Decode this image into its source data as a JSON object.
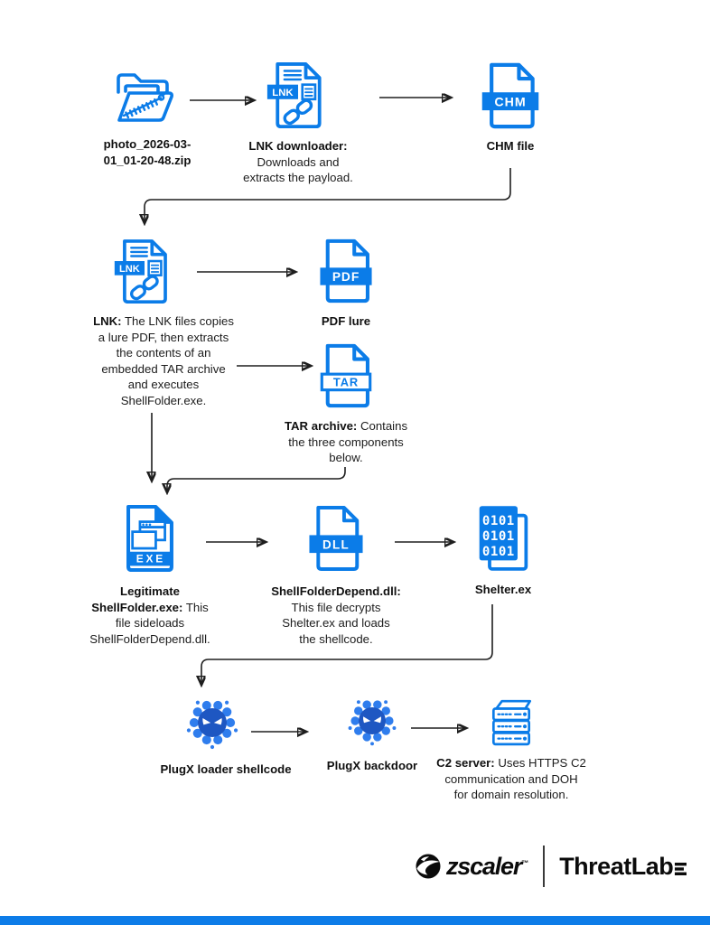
{
  "page": {
    "accent_blue": "#0b7ce8",
    "virus_body": "#2f7ded",
    "virus_core": "#1e57c2",
    "arrow_color": "#1e1e1e",
    "bottom_bar_color": "#0d7ce8"
  },
  "nodes": {
    "zip": {
      "bold": "photo_2026-03-\n01_01-20-48.zip",
      "rest": ""
    },
    "lnk_downloader": {
      "badge": "LNK",
      "bold": "LNK downloader:",
      "rest": "\nDownloads and\nextracts the payload."
    },
    "chm": {
      "badge": "CHM",
      "bold": "CHM file",
      "rest": ""
    },
    "lnk": {
      "badge": "LNK",
      "bold": "LNK:",
      "rest": " The LNK files copies\na lure PDF, then extracts\nthe contents of an\nembedded TAR archive\nand executes\nShellFolder.exe."
    },
    "pdf": {
      "badge": "PDF",
      "bold": "PDF lure",
      "rest": ""
    },
    "tar": {
      "badge": "TAR",
      "bold": "TAR archive:",
      "rest": " Contains\nthe three components\nbelow."
    },
    "exe": {
      "badge": "EXE",
      "bold": "Legitimate\nShellFolder.exe:",
      "rest": " This\nfile sideloads\nShellFolderDepend.dll."
    },
    "dll": {
      "badge": "DLL",
      "bold": "ShellFolderDepend.dll:",
      "rest": "\nThis file decrypts\nShelter.ex and loads\nthe shellcode."
    },
    "shelter": {
      "badge": "0101",
      "bold": "Shelter.ex",
      "rest": ""
    },
    "plugx_loader": {
      "bold": "PlugX loader shellcode",
      "rest": ""
    },
    "plugx_backdoor": {
      "bold": "PlugX backdoor",
      "rest": ""
    },
    "c2": {
      "bold": "C2 server:",
      "rest": " Uses HTTPS C2\ncommunication and DOH\nfor domain resolution."
    }
  },
  "edges": [
    {
      "from": "zip",
      "to": "lnk_downloader"
    },
    {
      "from": "lnk_downloader",
      "to": "chm"
    },
    {
      "from": "chm",
      "to": "lnk"
    },
    {
      "from": "lnk",
      "to": "pdf"
    },
    {
      "from": "lnk",
      "to": "tar"
    },
    {
      "from": "lnk",
      "to": "exe"
    },
    {
      "from": "tar",
      "to": "exe"
    },
    {
      "from": "exe",
      "to": "dll"
    },
    {
      "from": "dll",
      "to": "shelter"
    },
    {
      "from": "shelter",
      "to": "plugx_loader"
    },
    {
      "from": "plugx_loader",
      "to": "plugx_backdoor"
    },
    {
      "from": "plugx_backdoor",
      "to": "c2"
    }
  ],
  "footer": {
    "zscaler": "zscaler",
    "tm": "™",
    "threatlab": "ThreatLab",
    "z_glyph": "z"
  }
}
